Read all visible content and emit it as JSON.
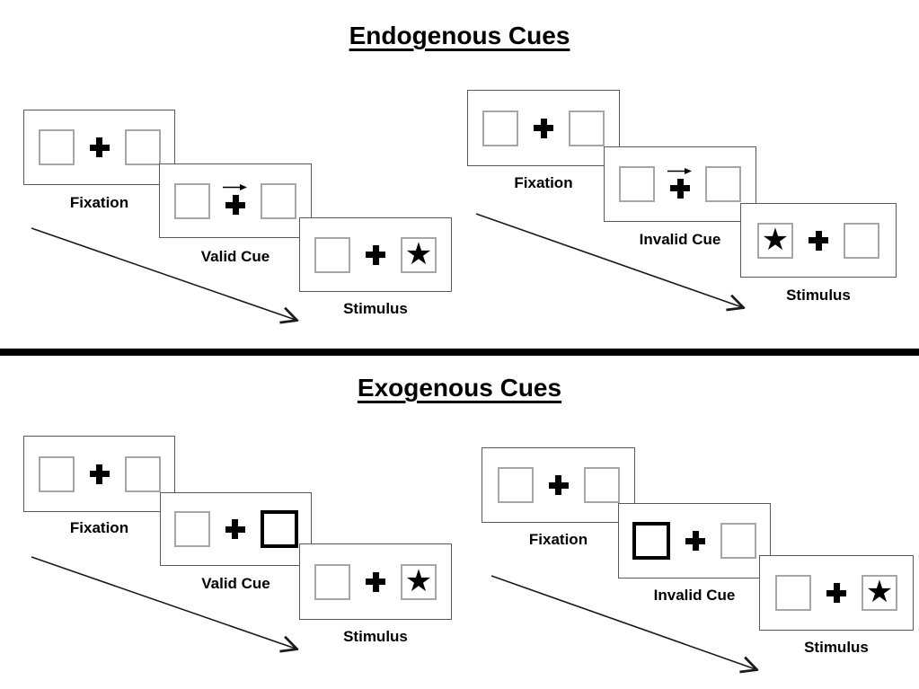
{
  "glyphs": {
    "star": "★"
  },
  "colors": {
    "panel_border": "#595959",
    "square_border": "#a6a6a6",
    "bold_square_border": "#000000",
    "divider": "#000000",
    "arrow_line": "#1a1a1a"
  },
  "sections": {
    "endogenous": {
      "title": "Endogenous Cues",
      "valid_sequence": {
        "frames": [
          {
            "label": "Fixation",
            "left_box": "empty",
            "center": "plus",
            "right_box": "empty"
          },
          {
            "label": "Valid Cue",
            "left_box": "empty",
            "center": "plus with right-arrow above",
            "right_box": "empty"
          },
          {
            "label": "Stimulus",
            "left_box": "empty",
            "center": "plus",
            "right_box": "star"
          }
        ]
      },
      "invalid_sequence": {
        "frames": [
          {
            "label": "Fixation",
            "left_box": "empty",
            "center": "plus",
            "right_box": "empty"
          },
          {
            "label": "Invalid Cue",
            "left_box": "empty",
            "center": "plus with right-arrow above",
            "right_box": "empty"
          },
          {
            "label": "Stimulus",
            "left_box": "star",
            "center": "plus",
            "right_box": "empty"
          }
        ]
      }
    },
    "exogenous": {
      "title": "Exogenous Cues",
      "valid_sequence": {
        "frames": [
          {
            "label": "Fixation",
            "left_box": "empty",
            "center": "plus",
            "right_box": "empty"
          },
          {
            "label": "Valid Cue",
            "left_box": "empty",
            "center": "plus",
            "right_box": "bold-outline"
          },
          {
            "label": "Stimulus",
            "left_box": "empty",
            "center": "plus",
            "right_box": "star"
          }
        ]
      },
      "invalid_sequence": {
        "frames": [
          {
            "label": "Fixation",
            "left_box": "empty",
            "center": "plus",
            "right_box": "empty"
          },
          {
            "label": "Invalid Cue",
            "left_box": "bold-outline",
            "center": "plus",
            "right_box": "empty"
          },
          {
            "label": "Stimulus",
            "left_box": "empty",
            "center": "plus",
            "right_box": "star"
          }
        ]
      }
    }
  }
}
